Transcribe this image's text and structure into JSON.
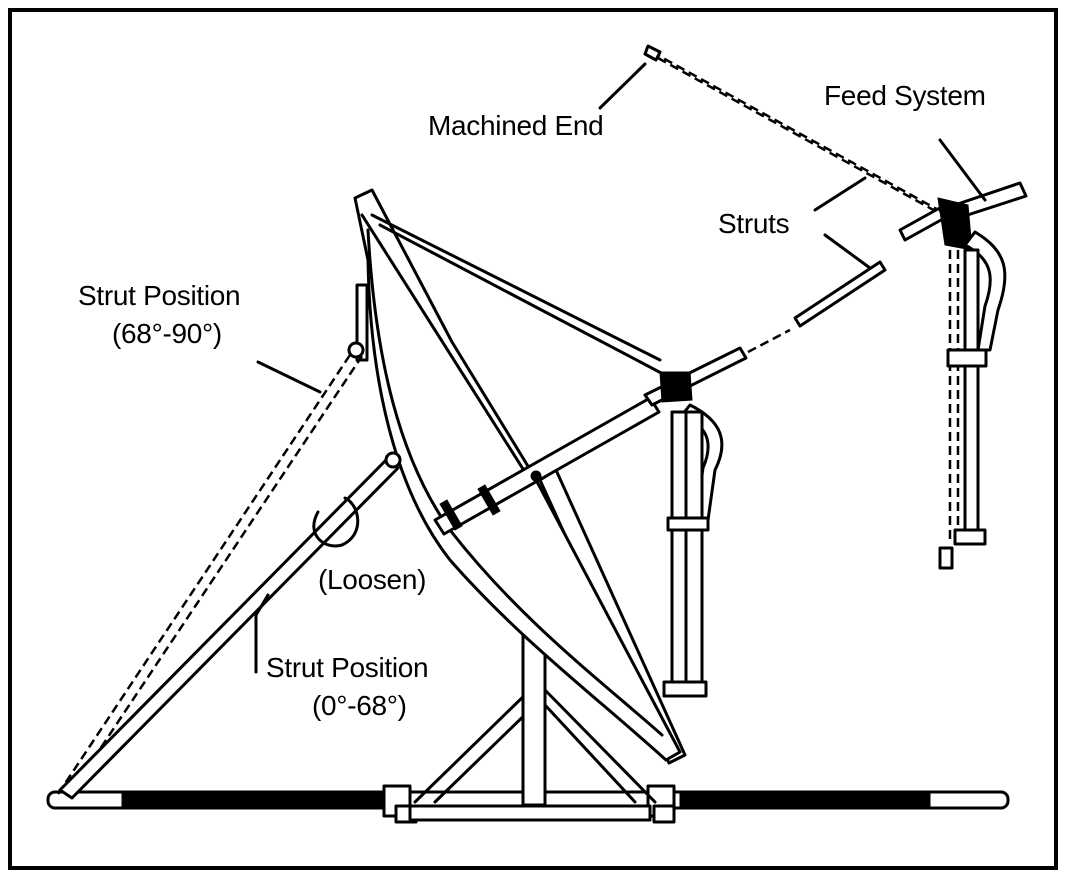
{
  "labels": {
    "machined_end": "Machined End",
    "feed_system": "Feed System",
    "struts": "Struts",
    "strut_position_high_line1": "Strut Position",
    "strut_position_high_line2": "(68°-90°)",
    "loosen": "(Loosen)",
    "strut_position_low_line1": "Strut Position",
    "strut_position_low_line2": "(0°-68°)"
  }
}
